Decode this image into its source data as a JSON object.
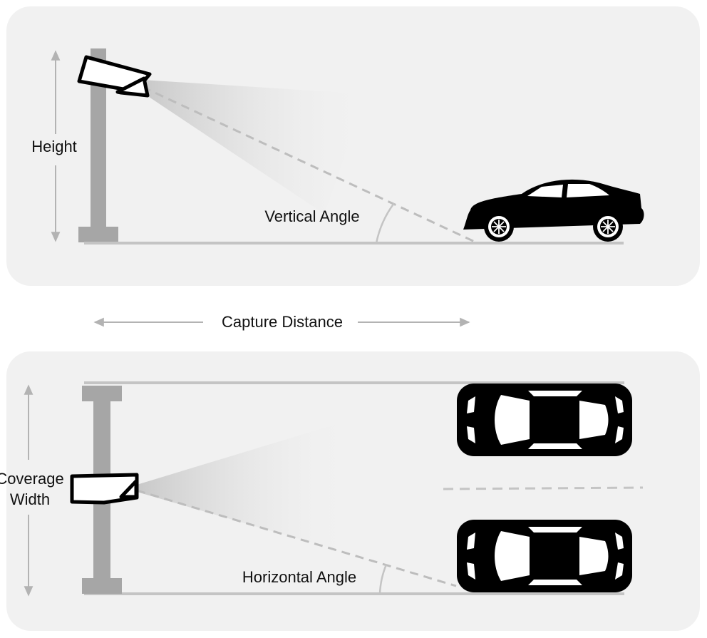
{
  "side_view": {
    "height_label": "Height",
    "vertical_angle_label": "Vertical Angle"
  },
  "capture_distance_label": "Capture Distance",
  "top_view": {
    "coverage_width_line1": "Coverage",
    "coverage_width_line2": "Width",
    "horizontal_angle_label": "Horizontal Angle"
  },
  "colors": {
    "panel_background": "#f1f1f1",
    "pole": "#a6a6a6",
    "ground_line": "#c4c4c4",
    "arrow": "#b3b3b3",
    "dashed_sightline": "#bdbdbd",
    "camera_outline": "#000000",
    "car_fill": "#000000",
    "text": "#111111"
  },
  "icons": {
    "side_camera": "cctv-camera-icon",
    "side_car": "sedan-car-icon",
    "top_camera": "cctv-camera-top-view-icon",
    "top_car_1": "car-top-view-icon",
    "top_car_2": "car-top-view-icon"
  }
}
